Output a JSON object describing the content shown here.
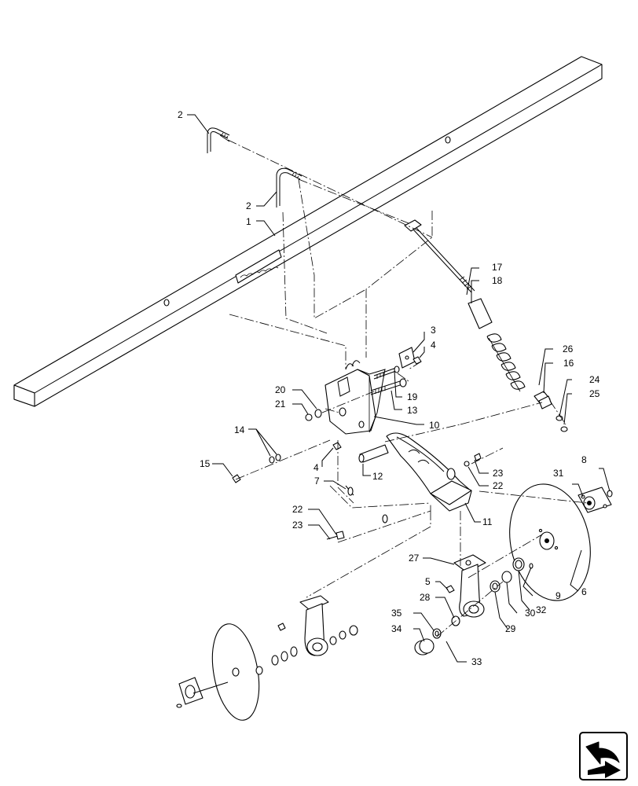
{
  "callouts": {
    "c1": "1",
    "c2a": "2",
    "c2b": "2",
    "c3": "3",
    "c4a": "4",
    "c4b": "4",
    "c5": "5",
    "c6": "6",
    "c7": "7",
    "c8": "8",
    "c9": "9",
    "c10": "10",
    "c11": "11",
    "c12": "12",
    "c13": "13",
    "c14": "14",
    "c15": "15",
    "c16": "16",
    "c17": "17",
    "c18": "18",
    "c19": "19",
    "c20": "20",
    "c21": "21",
    "c22a": "22",
    "c22b": "22",
    "c23a": "23",
    "c23b": "23",
    "c24": "24",
    "c25": "25",
    "c26": "26",
    "c27": "27",
    "c28": "28",
    "c29": "29",
    "c30": "30",
    "c31": "31",
    "c32": "32",
    "c33": "33",
    "c34": "34",
    "c35": "35"
  },
  "icons": {
    "corner": "next-page-arrow-icon"
  }
}
